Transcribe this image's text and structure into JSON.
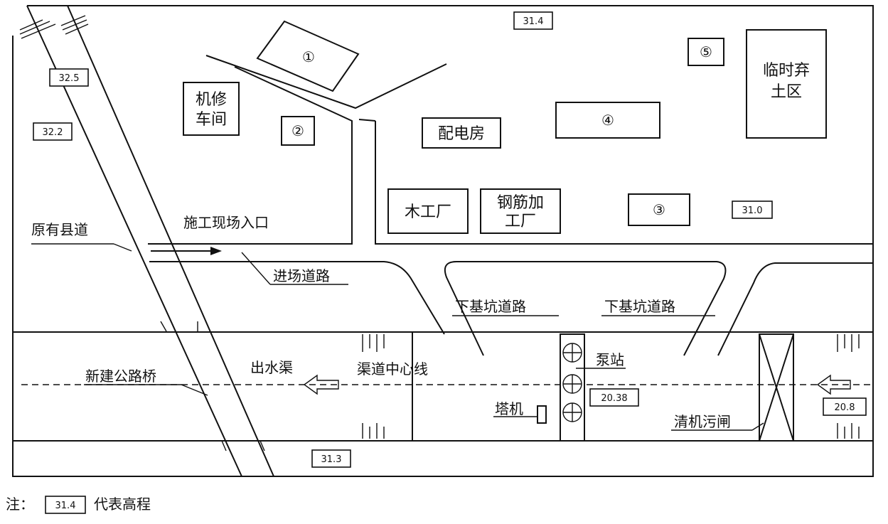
{
  "labels": {
    "machine_shop_line1": "机修",
    "machine_shop_line2": "车间",
    "power_room": "配电房",
    "temp_spoil_line1": "临时弃",
    "temp_spoil_line2": "土区",
    "carpentry": "木工厂",
    "rebar_line1": "钢筋加",
    "rebar_line2": "工厂",
    "old_county_road": "原有县道",
    "site_entrance": "施工现场入口",
    "access_road": "进场道路",
    "pit_road_1": "下基坑道路",
    "pit_road_2": "下基坑道路",
    "outlet_channel": "出水渠",
    "channel_centerline": "渠道中心线",
    "pump_station": "泵站",
    "tower_crane": "塔机",
    "new_bridge": "新建公路桥",
    "trash_gate": "清机污闸"
  },
  "circled_numbers": [
    "①",
    "②",
    "③",
    "④",
    "⑤"
  ],
  "elevations": {
    "e_top": "31.4",
    "e_road_top": "32.5",
    "e_left": "32.2",
    "e_right_mid": "31.0",
    "e_bottom": "31.3",
    "e_pump": "20.38",
    "e_gate": "20.8"
  },
  "legend": {
    "prefix": "注：",
    "sample": "31.4",
    "text": "代表高程"
  }
}
